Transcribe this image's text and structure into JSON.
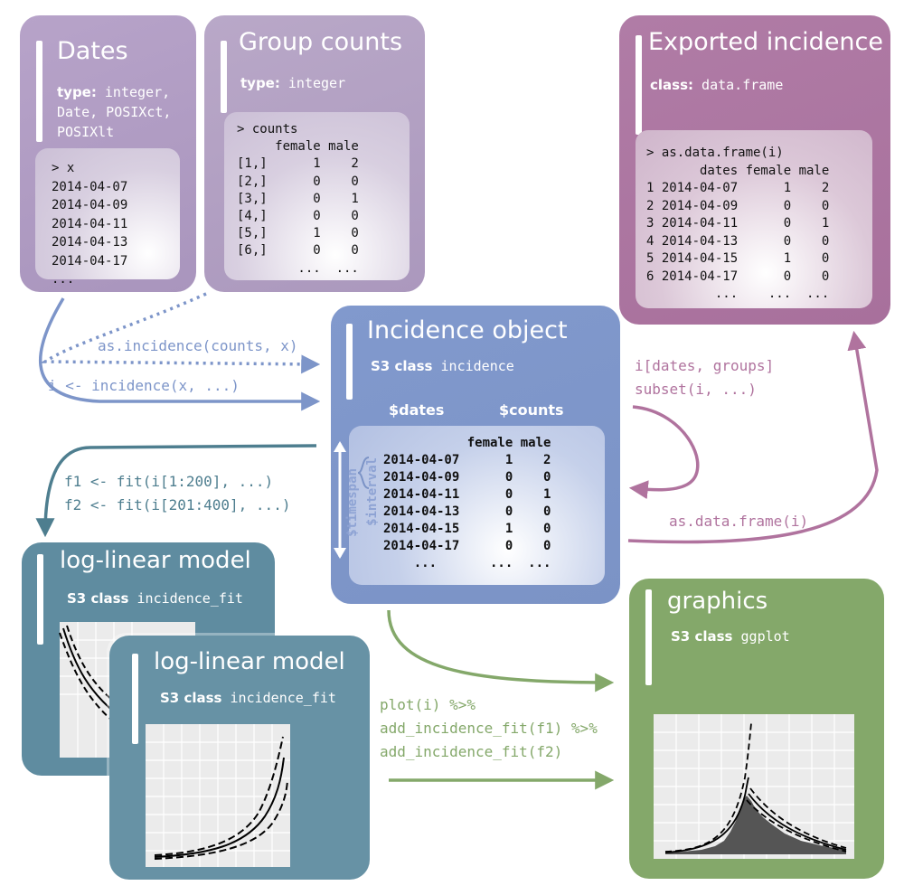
{
  "dates_card": {
    "title": "Dates",
    "type_label": "type:",
    "type_line1": "integer,",
    "type_line2": "Date, POSIXct,",
    "type_line3": "POSIXlt",
    "code": [
      "> x",
      "2014-04-07",
      "2014-04-09",
      "2014-04-11",
      "2014-04-13",
      "2014-04-17",
      "..."
    ]
  },
  "group_card": {
    "title": "Group counts",
    "type_label": "type:",
    "type_value": "integer",
    "code": [
      "> counts",
      "     female male",
      "[1,]      1    2",
      "[2,]      0    0",
      "[3,]      0    1",
      "[4,]      0    0",
      "[5,]      1    0",
      "[6,]      0    0",
      "        ...  ..."
    ]
  },
  "export_card": {
    "title": "Exported incidence",
    "class_label": "class:",
    "class_value": "data.frame",
    "code": [
      "> as.data.frame(i)",
      "       dates female male",
      "1 2014-04-07      1    2",
      "2 2014-04-09      0    0",
      "3 2014-04-11      0    1",
      "4 2014-04-13      0    0",
      "5 2014-04-15      1    0",
      "6 2014-04-17      0    0",
      "         ...    ...  ..."
    ]
  },
  "incidence_card": {
    "title": "Incidence object",
    "class_label": "S3 class",
    "class_value": "incidence",
    "col_dates": "$dates",
    "col_counts": "$counts",
    "code": [
      "           female male",
      "2014-04-07      1    2",
      "2014-04-09      0    0",
      "2014-04-11      0    1",
      "2014-04-13      0    0",
      "2014-04-15      1    0",
      "2014-04-17      0    0",
      "    ...       ...  ..."
    ],
    "timespan_label": "$timespan",
    "interval_label": "$interval"
  },
  "fit_card_back": {
    "title": "log-linear model",
    "class_label": "S3 class",
    "class_value": "incidence_fit"
  },
  "fit_card_front": {
    "title": "log-linear model",
    "class_label": "S3 class",
    "class_value": "incidence_fit"
  },
  "graphics_card": {
    "title": "graphics",
    "class_label": "S3 class",
    "class_value": "ggplot"
  },
  "arrows": {
    "as_incidence": "as.incidence(counts, x)",
    "incidence_call": "i <- incidence(x, ...)",
    "subset1": "i[dates, groups]",
    "subset2": "subset(i, ...)",
    "as_df": "as.data.frame(i)",
    "fit1": "f1 <- fit(i[1:200], ...)",
    "fit2": "f2 <- fit(i[201:400], ...)",
    "plot1": "plot(i) %>%",
    "plot2": "add_incidence_fit(f1) %>%",
    "plot3": "add_incidence_fit(f2)"
  },
  "colors": {
    "purple_light": "#b9a3c6",
    "magenta": "#b0739e",
    "blue": "#7d95c9",
    "teal": "#5f8ca0",
    "green": "#84a86a"
  }
}
